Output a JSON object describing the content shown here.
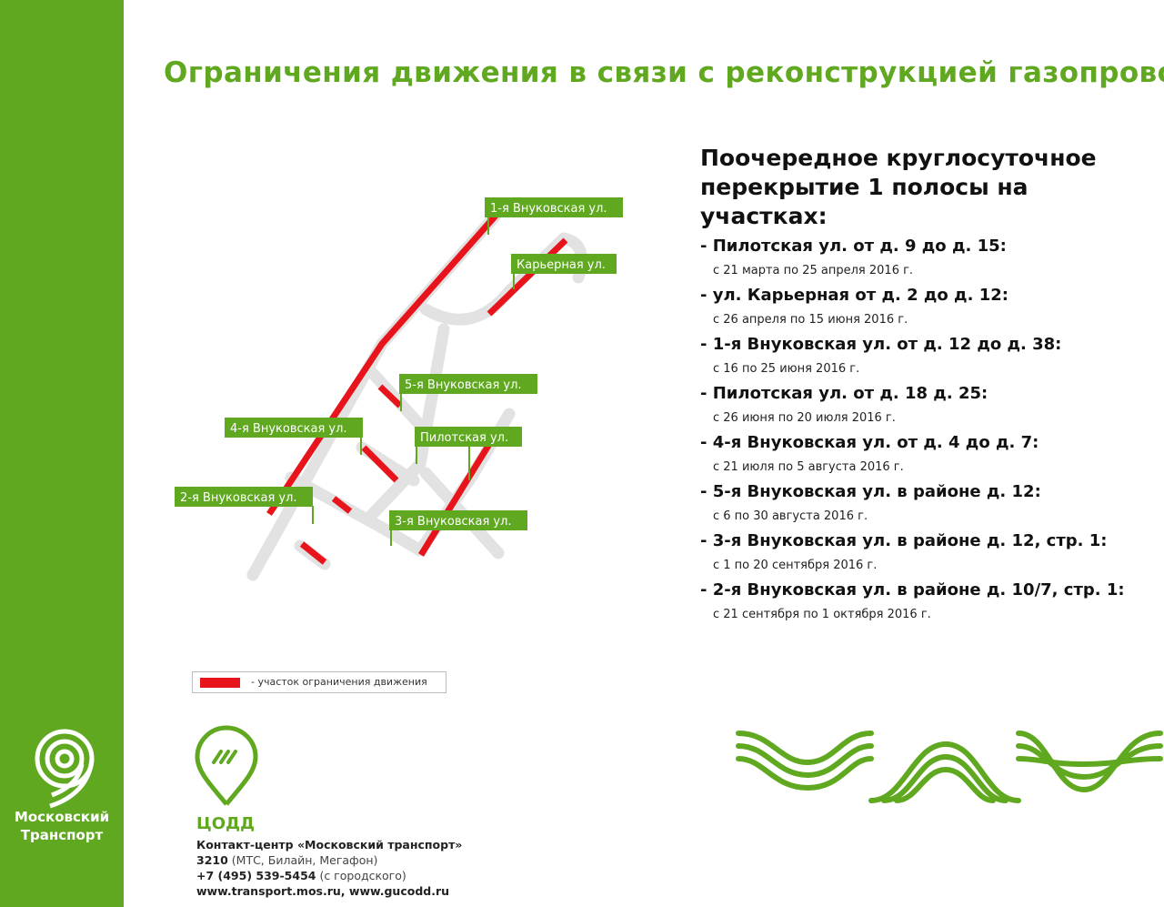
{
  "title": "Ограничения движения в связи с реконструкцией газопровода",
  "brand": {
    "line1": "Московский",
    "line2": "Транспорт"
  },
  "closures": {
    "heading_line1": "Поочередное круглосуточное",
    "heading_line2": "перекрытие 1 полосы на участках:",
    "items": [
      {
        "street": "- Пилотская ул. от д. 9 до д. 15:",
        "period": "с 21 марта по 25 апреля 2016 г."
      },
      {
        "street": "- ул. Карьерная от д. 2 до д. 12:",
        "period": "с 26 апреля по 15 июня 2016 г."
      },
      {
        "street": "- 1-я Внуковская ул. от д. 12 до д. 38:",
        "period": "с 16 по 25 июня 2016 г."
      },
      {
        "street": "- Пилотская ул. от д. 18 д. 25:",
        "period": "с 26 июня по 20 июля 2016 г."
      },
      {
        "street": "- 4-я Внуковская ул. от д. 4 до д. 7:",
        "period": "с 21 июля по 5 августа 2016 г."
      },
      {
        "street": "- 5-я Внуковская ул. в районе д. 12:",
        "period": "с 6 по 30 августа 2016 г."
      },
      {
        "street": "- 3-я Внуковская ул. в районе д. 12, стр. 1:",
        "period": "с 1 по 20 сентября 2016 г."
      },
      {
        "street": "- 2-я Внуковская ул. в районе д. 10/7, стр. 1:",
        "period": "с 21 сентября по 1 октября 2016 г."
      }
    ]
  },
  "map": {
    "labels": {
      "vnukovskaya1": "1-я Внуковская ул.",
      "karernaya": "Карьерная ул.",
      "vnukovskaya5": "5-я Внуковская ул.",
      "vnukovskaya4": "4-я Внуковская ул.",
      "pilotskaya": "Пилотская ул.",
      "vnukovskaya2": "2-я Внуковская ул.",
      "vnukovskaya3": "3-я Внуковская ул."
    },
    "colors": {
      "road": "#e2e2e2",
      "restriction": "#e8141b",
      "label_bg": "#5fa81f"
    }
  },
  "legend": {
    "text": "- участок ограничения движения"
  },
  "codd": {
    "name": "ЦОДД",
    "contact_center": "Контакт-центр «Московский транспорт»",
    "short_number": "3210",
    "short_number_note": "(МТС, Билайн, Мегафон)",
    "phone": "+7 (495) 539-5454",
    "phone_note": "(с городского)",
    "websites": "www.transport.mos.ru, www.gucodd.ru"
  },
  "colors": {
    "brand_green": "#5fa81f",
    "text": "#111111"
  }
}
